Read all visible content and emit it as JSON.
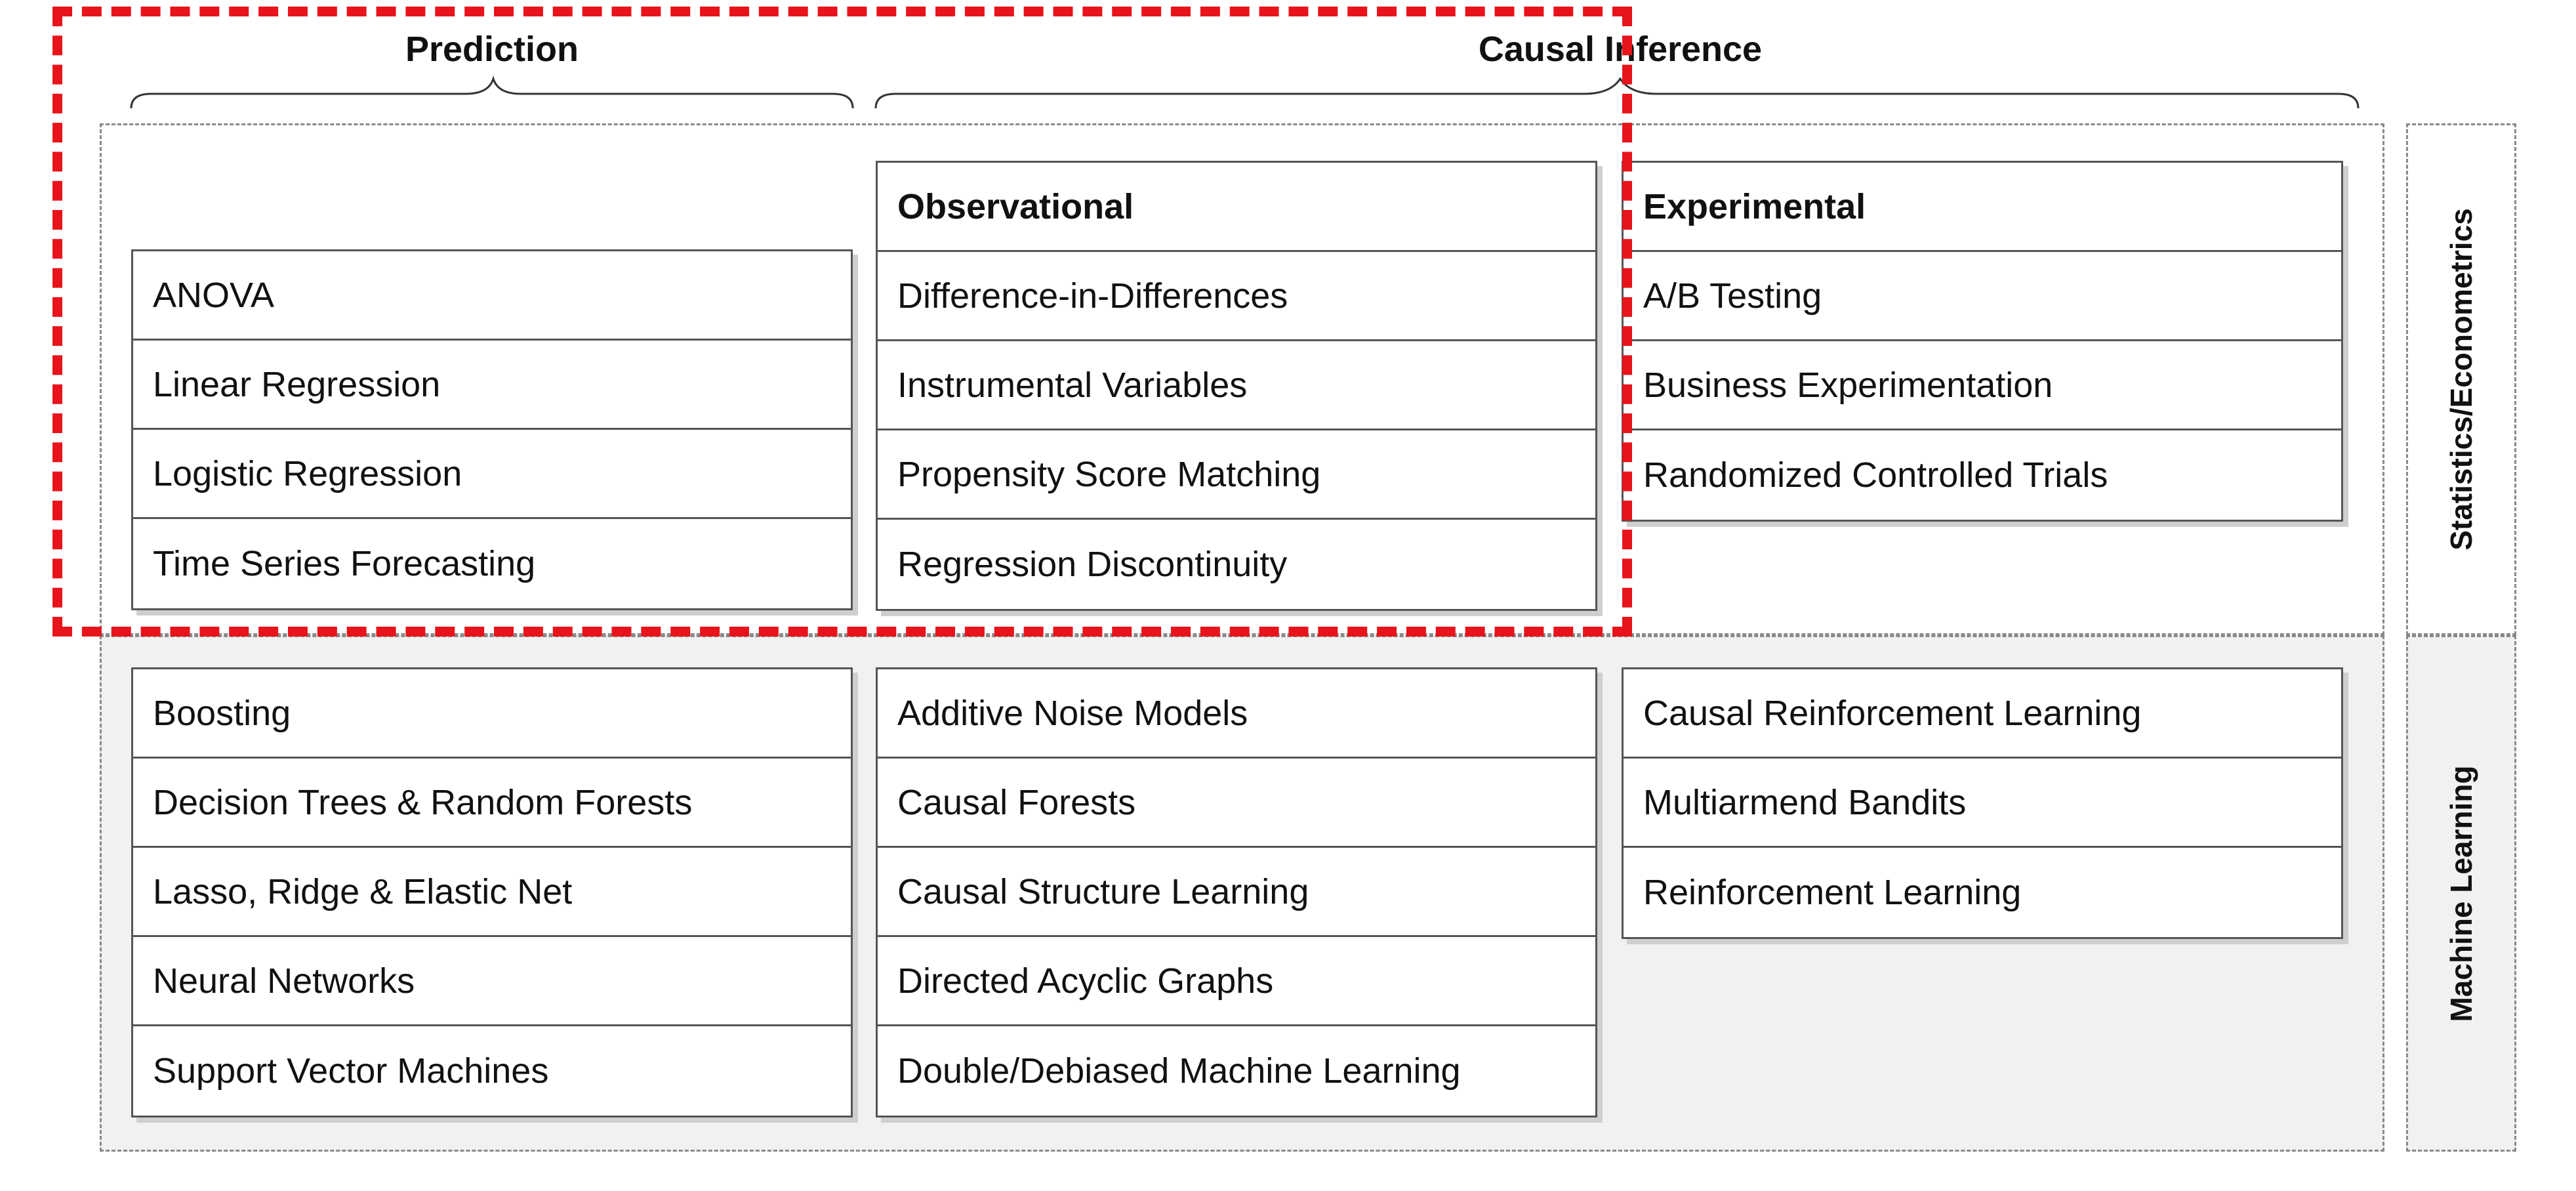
{
  "headers": {
    "prediction": "Prediction",
    "causal_inference": "Causal Inference"
  },
  "rows": {
    "stats": "Statistics/Econometrics",
    "ml": "Machine Learning"
  },
  "stats_prediction": [
    "ANOVA",
    "Linear Regression",
    "Logistic Regression",
    "Time Series Forecasting"
  ],
  "stats_observational": {
    "title": "Observational",
    "items": [
      "Difference-in-Differences",
      "Instrumental Variables",
      "Propensity Score Matching",
      "Regression Discontinuity"
    ]
  },
  "stats_experimental": {
    "title": "Experimental",
    "items": [
      "A/B Testing",
      "Business Experimentation",
      "Randomized Controlled Trials"
    ]
  },
  "ml_prediction": [
    "Boosting",
    "Decision Trees & Random Forests",
    "Lasso, Ridge & Elastic Net",
    "Neural Networks",
    "Support Vector Machines"
  ],
  "ml_observational": [
    "Additive Noise Models",
    "Causal Forests",
    "Causal Structure Learning",
    "Directed Acyclic Graphs",
    "Double/Debiased Machine Learning"
  ],
  "ml_experimental": [
    "Causal Reinforcement Learning",
    "Multiarmend Bandits",
    "Reinforcement Learning"
  ],
  "colors": {
    "highlight": "#e8141b",
    "ml_background": "#f1f1f1",
    "box_border": "#555555"
  }
}
